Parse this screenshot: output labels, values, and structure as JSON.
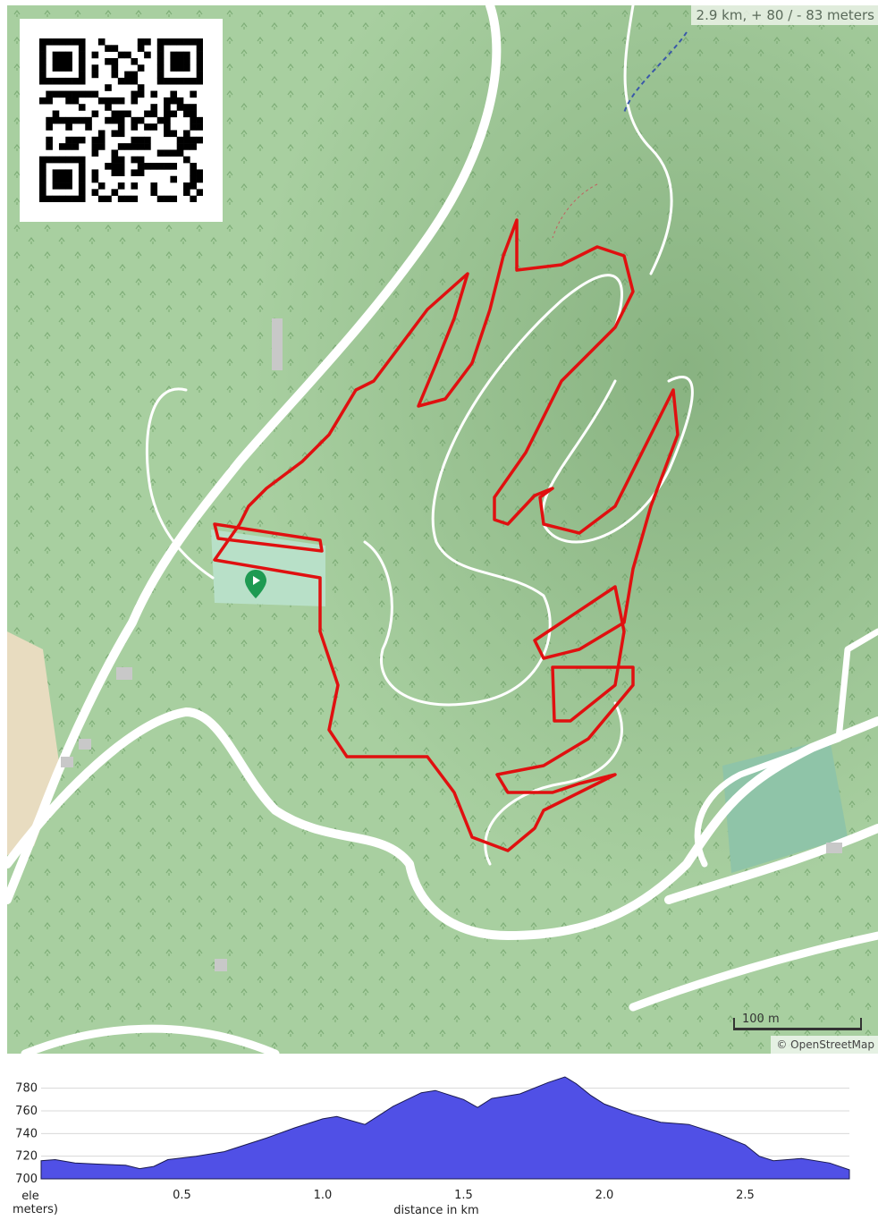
{
  "map": {
    "stats": "2.9 km, + 80 / - 83 meters",
    "scale_label": "100 m",
    "attribution": "© OpenStreetMap",
    "start_marker_icon": "play-icon",
    "qr_icon": "qr-code-icon",
    "colors": {
      "forest": "#a8cfa0",
      "road": "#ffffff",
      "route": "#e01010",
      "marker": "#1e9a52",
      "path_dashed": "#3a58a8"
    }
  },
  "chart_data": {
    "type": "area",
    "xlabel": "distance in km",
    "ylabel": "ele (meters)",
    "ylabel_line1": "ele",
    "ylabel_line2": "meters)",
    "xlim": [
      0,
      2.87
    ],
    "ylim": [
      700,
      790
    ],
    "xticks": [
      0.5,
      1.0,
      1.5,
      2.0,
      2.5
    ],
    "xtick_labels": [
      "0.5",
      "1.0",
      "1.5",
      "2.0",
      "2.5"
    ],
    "yticks": [
      700,
      720,
      740,
      760,
      780
    ],
    "ytick_labels": [
      "700",
      "720",
      "740",
      "760",
      "780"
    ],
    "grid": true,
    "fill_color": "#5050e6",
    "x": [
      0,
      0.05,
      0.12,
      0.2,
      0.3,
      0.35,
      0.4,
      0.45,
      0.55,
      0.65,
      0.8,
      0.9,
      1.0,
      1.05,
      1.15,
      1.25,
      1.35,
      1.4,
      1.5,
      1.55,
      1.6,
      1.7,
      1.8,
      1.86,
      1.9,
      1.95,
      2.0,
      2.1,
      2.2,
      2.3,
      2.4,
      2.5,
      2.55,
      2.6,
      2.7,
      2.8,
      2.87
    ],
    "values": [
      716,
      717,
      714,
      713,
      712,
      709,
      711,
      717,
      720,
      724,
      736,
      745,
      753,
      755,
      748,
      764,
      776,
      778,
      770,
      763,
      771,
      775,
      785,
      790,
      784,
      774,
      766,
      757,
      750,
      748,
      740,
      730,
      720,
      716,
      718,
      714,
      708
    ]
  }
}
